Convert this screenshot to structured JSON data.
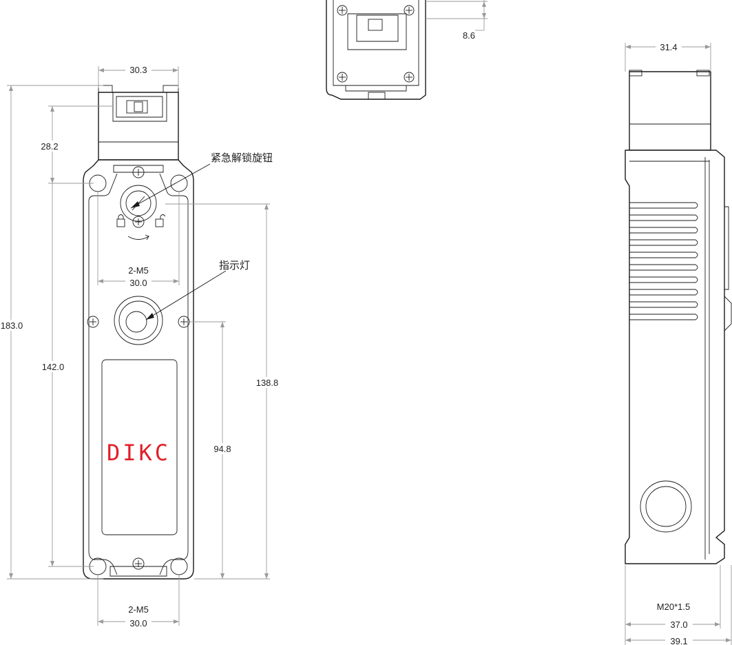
{
  "brand": "DIKC",
  "callouts": {
    "release_knob": "紧急解锁旋钮",
    "indicator": "指示灯"
  },
  "front_view": {
    "top_width": "30.3",
    "head_height": "28.2",
    "total_height": "183.0",
    "mount_span": "142.0",
    "top_holes": "2-M5",
    "top_hole_spacing": "30.0",
    "bottom_holes": "2-M5",
    "bottom_hole_spacing": "30.0",
    "knob_to_bottom": "138.8",
    "indicator_to_bottom": "94.8"
  },
  "top_view": {
    "depth": "8.6"
  },
  "side_view": {
    "top_width": "31.4",
    "thread": "M20*1.5",
    "body_width": "37.0",
    "overall_width": "39.1"
  }
}
